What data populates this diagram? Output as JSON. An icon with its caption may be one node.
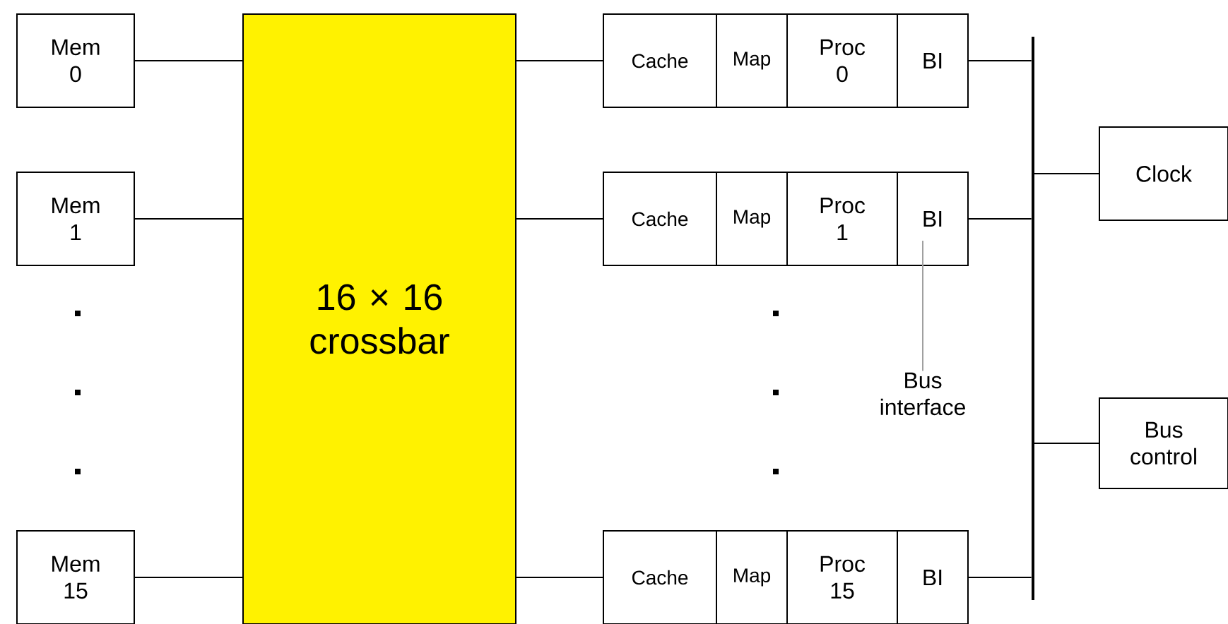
{
  "diagram": {
    "nodes": [
      {
        "text": [
          "Mem 0"
        ]
      },
      {
        "text": [
          "Mem 1"
        ]
      },
      {
        "text": [
          "Mem 15"
        ]
      },
      {
        "text": [
          "16 × 16 crossbar"
        ]
      },
      {
        "text": [
          "Cache"
        ]
      },
      {
        "text": [
          "Map"
        ]
      },
      {
        "text": [
          "Proc 0"
        ]
      },
      {
        "text": [
          "BI"
        ]
      },
      {
        "text": [
          "Cache"
        ]
      },
      {
        "text": [
          "Map"
        ]
      },
      {
        "text": [
          "Proc 1"
        ]
      },
      {
        "text": [
          "BI"
        ]
      },
      {
        "text": [
          "Cache"
        ]
      },
      {
        "text": [
          "Map"
        ]
      },
      {
        "text": [
          "Proc 15"
        ]
      },
      {
        "text": [
          "BI"
        ]
      },
      {
        "text": [],
        "shape": "bar"
      },
      {
        "text": [
          "Clock"
        ]
      },
      {
        "text": [
          "Bus control"
        ]
      },
      {
        "text": [
          "Bus interface"
        ]
      }
    ],
    "edges": [
      {
        "from": 0,
        "to": 3,
        "arrow": "none"
      },
      {
        "from": 1,
        "to": 3,
        "arrow": "none"
      },
      {
        "from": 2,
        "to": 3,
        "arrow": "none"
      },
      {
        "from": 3,
        "to": 4,
        "arrow": "none"
      },
      {
        "from": 3,
        "to": 8,
        "arrow": "none"
      },
      {
        "from": 3,
        "to": 12,
        "arrow": "none"
      },
      {
        "from": 7,
        "to": 16,
        "arrow": "none"
      },
      {
        "from": 11,
        "to": 16,
        "arrow": "none"
      },
      {
        "from": 15,
        "to": 16,
        "arrow": "none"
      },
      {
        "from": 16,
        "to": 17,
        "arrow": "none"
      },
      {
        "from": 16,
        "to": 18,
        "arrow": "none"
      },
      {
        "from": 19,
        "to": 11,
        "arrow": "none",
        "color": "#a0a0a0"
      }
    ]
  }
}
